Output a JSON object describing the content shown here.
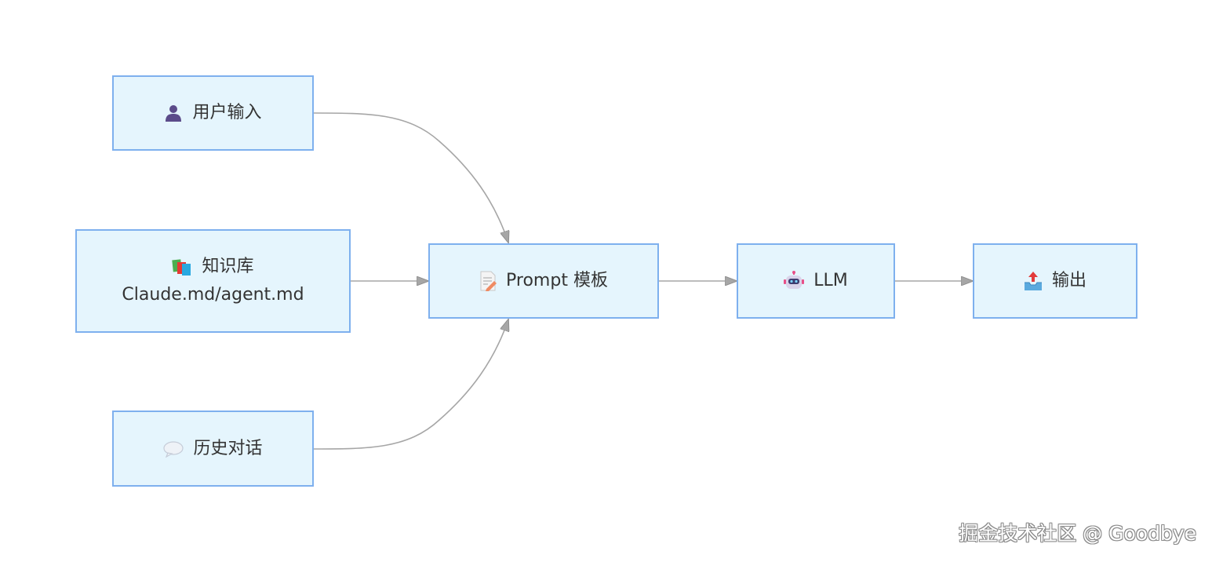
{
  "nodes": {
    "user_input": {
      "icon": "person-silhouette-icon",
      "label": "用户输入"
    },
    "knowledge_base": {
      "icon": "books-icon",
      "label": "知识库",
      "sublabel": "Claude.md/agent.md"
    },
    "history": {
      "icon": "speech-bubble-icon",
      "label": "历史对话"
    },
    "prompt": {
      "icon": "memo-pencil-icon",
      "label": "Prompt 模板"
    },
    "llm": {
      "icon": "robot-icon",
      "label": "LLM"
    },
    "output": {
      "icon": "outbox-tray-icon",
      "label": "输出"
    }
  },
  "edges": [
    {
      "from": "user_input",
      "to": "prompt"
    },
    {
      "from": "knowledge_base",
      "to": "prompt"
    },
    {
      "from": "history",
      "to": "prompt"
    },
    {
      "from": "prompt",
      "to": "llm"
    },
    {
      "from": "llm",
      "to": "output"
    }
  ],
  "watermark": "掘金技术社区 @ Goodbye",
  "colors": {
    "node_fill": "#e5f5fd",
    "node_border": "#7eb0ee",
    "edge": "#a6a6a6",
    "text": "#333333"
  }
}
